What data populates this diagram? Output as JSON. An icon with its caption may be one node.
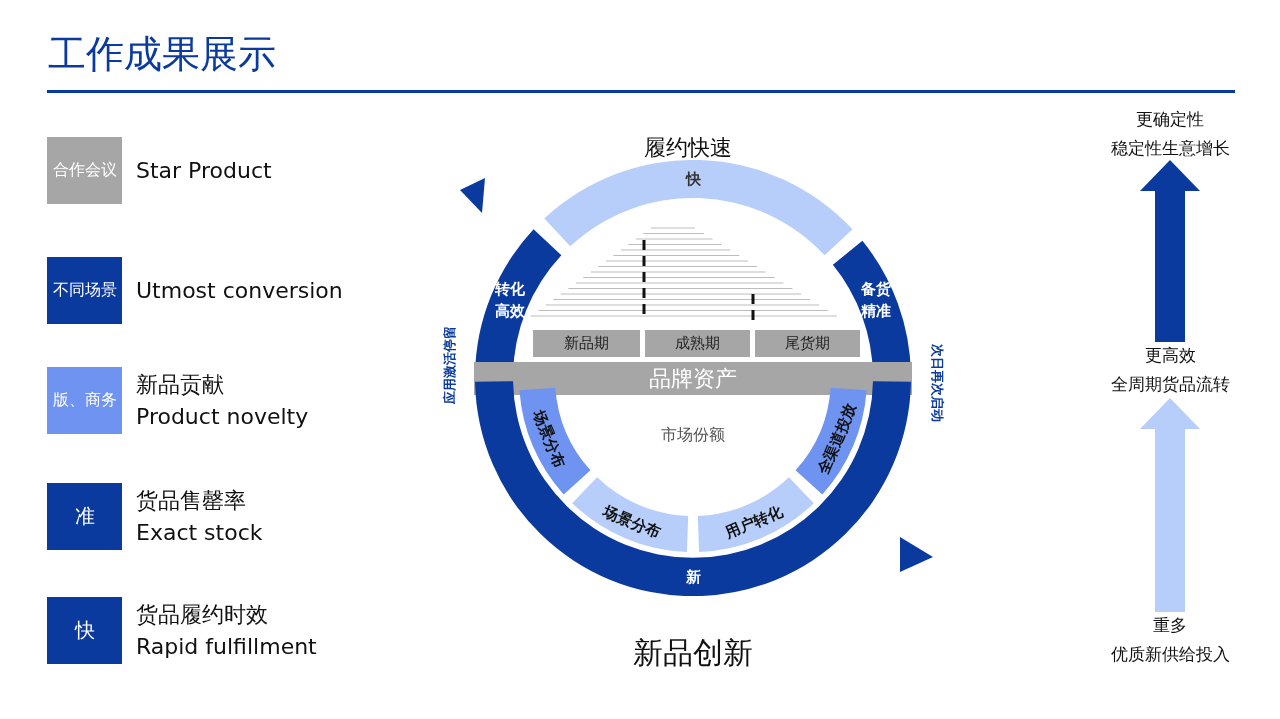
{
  "diagram": {
    "title": "工作成果展示",
    "nodes": [
      {
        "text": [
          "合作会议"
        ],
        "beside": [
          "Star Product"
        ]
      },
      {
        "text": [
          "不同场景"
        ],
        "beside": [
          "Utmost conversion"
        ]
      },
      {
        "text": [
          "版、商务"
        ],
        "beside": [
          "新品贡献",
          "Product novelty"
        ]
      },
      {
        "text": [
          "准"
        ],
        "beside": [
          "货品售罄率",
          "Exact stock"
        ]
      },
      {
        "text": [
          "快"
        ],
        "beside": [
          "货品履约时效",
          "Rapid fulfillment"
        ]
      },
      {
        "text": [
          "快"
        ]
      },
      {
        "text": [
          "转化高效"
        ]
      },
      {
        "text": [
          "备货精准"
        ]
      },
      {
        "text": [
          "新品期"
        ]
      },
      {
        "text": [
          "成熟期"
        ]
      },
      {
        "text": [
          "尾货期"
        ]
      },
      {
        "text": [
          "品牌资产"
        ]
      },
      {
        "text": [
          "场景分布"
        ]
      },
      {
        "text": [
          "场景分布"
        ]
      },
      {
        "text": [
          "用户转化"
        ]
      },
      {
        "text": [
          "全渠道投放"
        ]
      },
      {
        "text": [
          "新"
        ]
      },
      {
        "text": [
          "更确定性",
          "稳定性生意增长"
        ]
      },
      {
        "text": [
          "更高效",
          "全周期货品流转"
        ]
      },
      {
        "text": [
          "重多",
          "优质新供给投入"
        ]
      }
    ],
    "edges": [
      {
        "from": 19,
        "to": 18,
        "arrow": "to",
        "color": "#b7cdfa"
      },
      {
        "from": 18,
        "to": 17,
        "arrow": "to",
        "color": "#0b3a9e"
      }
    ],
    "labels": [
      "履约快速",
      "应用激活停留",
      "次日再次启动",
      "市场份额",
      "新品创新"
    ]
  }
}
